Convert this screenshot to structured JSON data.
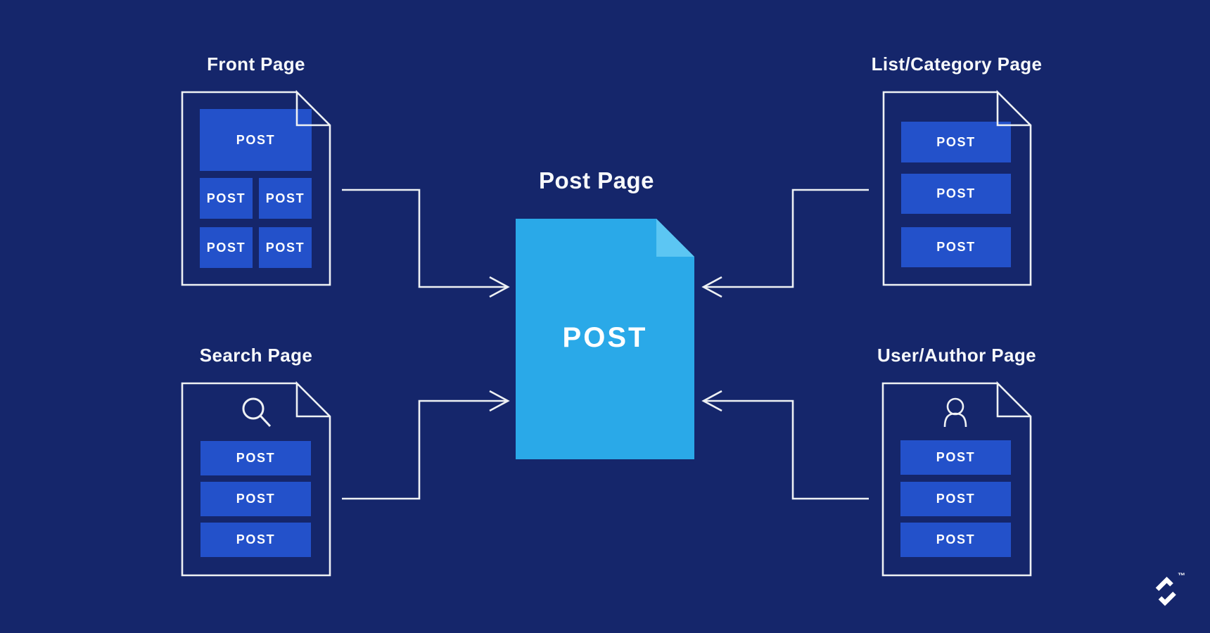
{
  "diagram": {
    "center": {
      "title": "Post Page",
      "label": "POST",
      "page_fill": "#2AA9E8",
      "fold_fill": "#5CC6F3"
    },
    "front": {
      "title": "Front Page",
      "posts": [
        "POST",
        "POST",
        "POST",
        "POST",
        "POST"
      ]
    },
    "list": {
      "title": "List/Category Page",
      "posts": [
        "POST",
        "POST",
        "POST"
      ]
    },
    "search": {
      "title": "Search Page",
      "icon": "search-icon",
      "posts": [
        "POST",
        "POST",
        "POST"
      ]
    },
    "user": {
      "title": "User/Author Page",
      "icon": "user-icon",
      "posts": [
        "POST",
        "POST",
        "POST"
      ]
    }
  },
  "branding": {
    "logo": "toptal-logo",
    "trademark": "™"
  },
  "colors": {
    "background": "#15266B",
    "post_block": "#2351CA",
    "center_page": "#2AA9E8",
    "center_page_fold": "#5CC6F3",
    "line": "#EEF1F4",
    "text": "#FFFFFF"
  }
}
